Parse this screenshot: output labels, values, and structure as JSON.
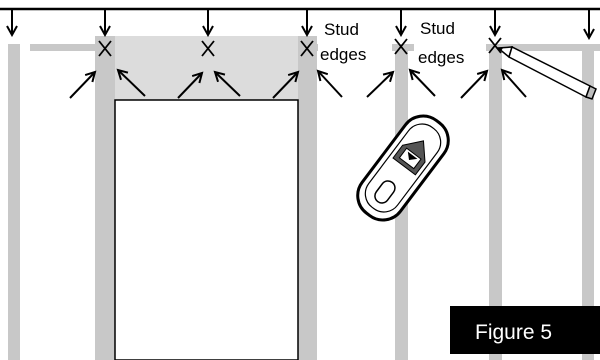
{
  "figure": {
    "label": "Figure 5",
    "label_bg": "#000000",
    "label_text_color": "#ffffff"
  },
  "annotations": [
    {
      "line1": "Stud",
      "line2": "edges"
    },
    {
      "line1": "Stud",
      "line2": "edges"
    }
  ],
  "colors": {
    "stud": "#c8c8c8",
    "header": "#dcdcdc",
    "line": "#000000",
    "background": "#ffffff"
  },
  "icons": {
    "tool": "stud-finder-icon",
    "marker": "pencil-icon"
  }
}
